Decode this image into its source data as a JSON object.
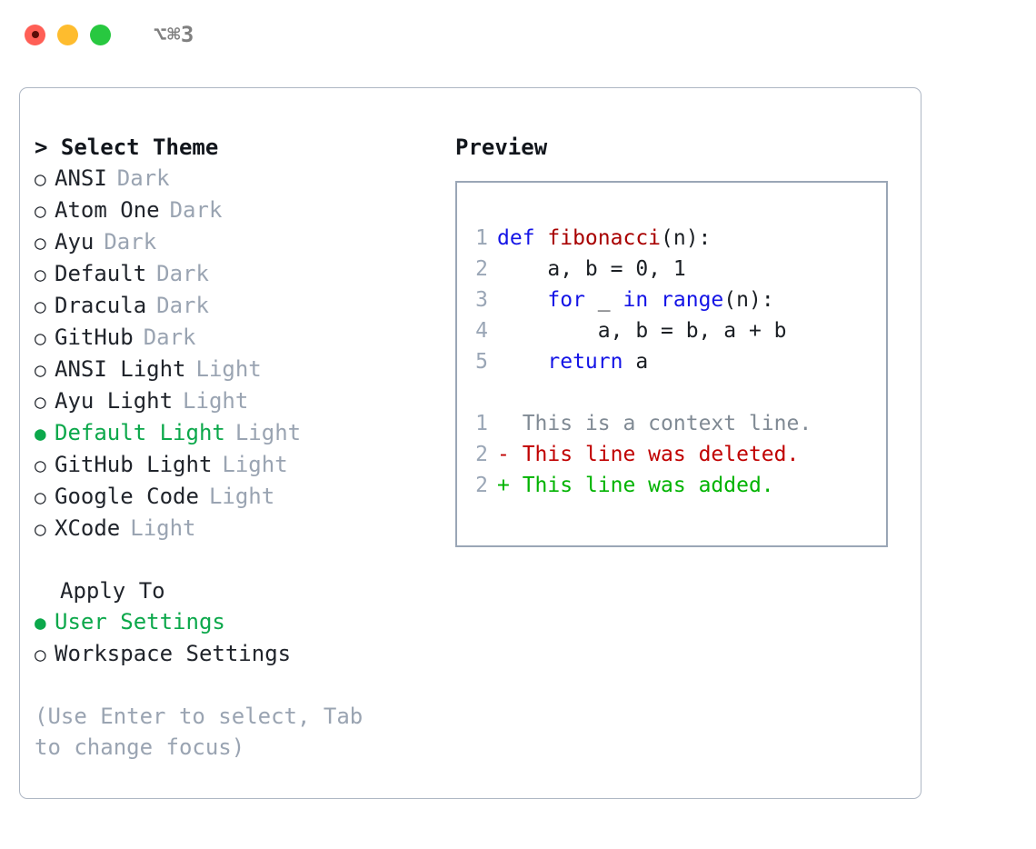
{
  "titlebar": {
    "shortcut": "⌥⌘3",
    "buttons": [
      {
        "name": "close",
        "color": "#ff5f56"
      },
      {
        "name": "minimize",
        "color": "#febc2e"
      },
      {
        "name": "zoom",
        "color": "#28c840"
      }
    ]
  },
  "theme_list": {
    "header": "> Select Theme",
    "items": [
      {
        "bullet": "○",
        "label": "ANSI",
        "suffix": "Dark",
        "selected": false
      },
      {
        "bullet": "○",
        "label": "Atom One",
        "suffix": "Dark",
        "selected": false
      },
      {
        "bullet": "○",
        "label": "Ayu",
        "suffix": "Dark",
        "selected": false
      },
      {
        "bullet": "○",
        "label": "Default",
        "suffix": "Dark",
        "selected": false
      },
      {
        "bullet": "○",
        "label": "Dracula",
        "suffix": "Dark",
        "selected": false
      },
      {
        "bullet": "○",
        "label": "GitHub",
        "suffix": "Dark",
        "selected": false
      },
      {
        "bullet": "○",
        "label": "ANSI Light",
        "suffix": "Light",
        "selected": false
      },
      {
        "bullet": "○",
        "label": "Ayu Light",
        "suffix": "Light",
        "selected": false
      },
      {
        "bullet": "●",
        "label": "Default Light",
        "suffix": "Light",
        "selected": true
      },
      {
        "bullet": "○",
        "label": "GitHub Light",
        "suffix": "Light",
        "selected": false
      },
      {
        "bullet": "○",
        "label": "Google Code",
        "suffix": "Light",
        "selected": false
      },
      {
        "bullet": "○",
        "label": "XCode",
        "suffix": "Light",
        "selected": false
      }
    ]
  },
  "apply_to": {
    "header": "Apply To",
    "items": [
      {
        "bullet": "●",
        "label": "User Settings",
        "selected": true
      },
      {
        "bullet": "○",
        "label": "Workspace Settings",
        "selected": false
      }
    ]
  },
  "hint": "(Use Enter to select, Tab to change focus)",
  "preview": {
    "title": "Preview",
    "code_lines": [
      {
        "lineno": "1",
        "tokens": [
          {
            "text": "def ",
            "type": "kw"
          },
          {
            "text": "fibonacci",
            "type": "fn"
          },
          {
            "text": "(n):",
            "type": "plain"
          }
        ]
      },
      {
        "lineno": "2",
        "tokens": [
          {
            "text": "    a, b = 0, 1",
            "type": "plain"
          }
        ]
      },
      {
        "lineno": "3",
        "tokens": [
          {
            "text": "    ",
            "type": "plain"
          },
          {
            "text": "for",
            "type": "kw"
          },
          {
            "text": " _ ",
            "type": "plain"
          },
          {
            "text": "in",
            "type": "kw"
          },
          {
            "text": " ",
            "type": "plain"
          },
          {
            "text": "range",
            "type": "kw"
          },
          {
            "text": "(n):",
            "type": "plain"
          }
        ]
      },
      {
        "lineno": "4",
        "tokens": [
          {
            "text": "        a, b = b, a + b",
            "type": "plain"
          }
        ]
      },
      {
        "lineno": "5",
        "tokens": [
          {
            "text": "    ",
            "type": "plain"
          },
          {
            "text": "return",
            "type": "kw"
          },
          {
            "text": " a",
            "type": "plain"
          }
        ]
      }
    ],
    "diff_lines": [
      {
        "lineno": "1",
        "marker": "  ",
        "text": "This is a context line.",
        "kind": "ctx"
      },
      {
        "lineno": "2",
        "marker": "- ",
        "text": "This line was deleted.",
        "kind": "del"
      },
      {
        "lineno": "2",
        "marker": "+ ",
        "text": "This line was added.",
        "kind": "add"
      }
    ]
  },
  "colors": {
    "selected_green": "#0ca84b",
    "muted_gray": "#9aa4b2",
    "keyword_blue": "#1414e6",
    "function_red": "#a80000",
    "diff_delete": "#c00000",
    "diff_add": "#00b300",
    "panel_border": "#aeb7c4"
  }
}
